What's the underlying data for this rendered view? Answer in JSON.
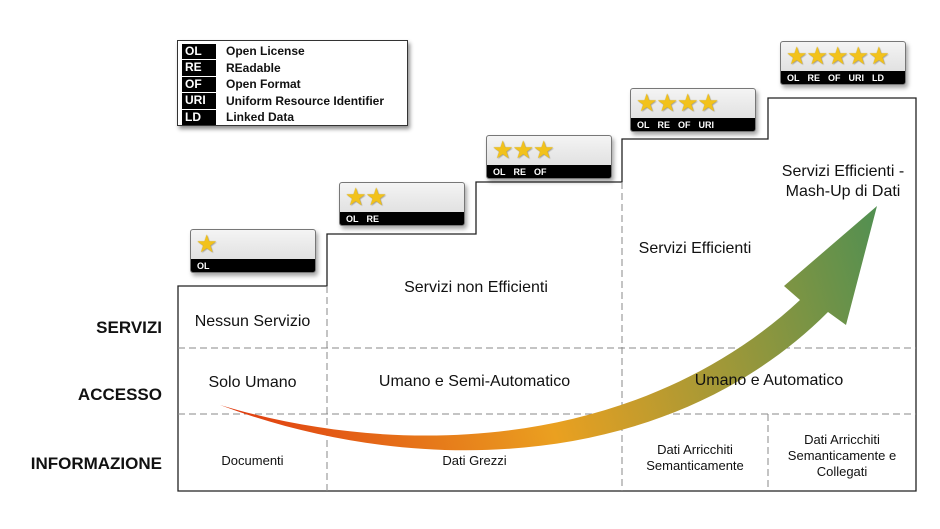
{
  "legend": {
    "items": [
      {
        "abbr": "OL",
        "full": "Open License"
      },
      {
        "abbr": "RE",
        "full": "REadable"
      },
      {
        "abbr": "OF",
        "full": "Open Format"
      },
      {
        "abbr": "URI",
        "full": "Uniform Resource Identifier"
      },
      {
        "abbr": "LD",
        "full": "Linked Data"
      }
    ]
  },
  "rows": {
    "servizi": "SERVIZI",
    "accesso": "ACCESSO",
    "informazione": "INFORMAZIONE"
  },
  "servizi": {
    "nessun": "Nessun Servizio",
    "non_efficienti": "Servizi non Efficienti",
    "efficienti": "Servizi Efficienti",
    "mashup": "Servizi Efficienti - Mash-Up di Dati"
  },
  "accesso": {
    "solo_umano": "Solo Umano",
    "semi_automatico": "Umano e Semi-Automatico",
    "automatico": "Umano e Automatico"
  },
  "informazione": {
    "documenti": "Documenti",
    "grezzi": "Dati Grezzi",
    "arricchiti": "Dati Arricchiti Semanticamente",
    "collegati": "Dati Arricchiti Semanticamente e Collegati"
  },
  "badges": [
    {
      "stars": 1,
      "codes": [
        "OL"
      ]
    },
    {
      "stars": 2,
      "codes": [
        "OL",
        "RE"
      ]
    },
    {
      "stars": 3,
      "codes": [
        "OL",
        "RE",
        "OF"
      ]
    },
    {
      "stars": 4,
      "codes": [
        "OL",
        "RE",
        "OF",
        "URI"
      ]
    },
    {
      "stars": 5,
      "codes": [
        "OL",
        "RE",
        "OF",
        "URI",
        "LD"
      ]
    }
  ],
  "colors": {
    "arrow_start": "#e03a10",
    "arrow_mid": "#eaa020",
    "arrow_end": "#4f8f52",
    "star": "#f2c21b"
  }
}
